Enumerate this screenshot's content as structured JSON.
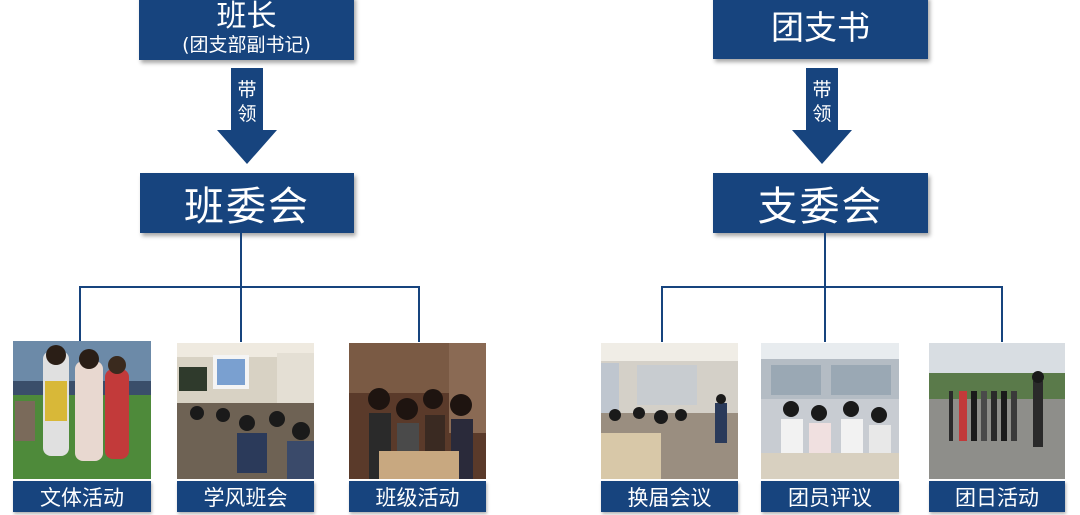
{
  "left": {
    "top_title": "班长",
    "top_sub": "(团支部副书记)",
    "arrow_text": [
      "带",
      "领"
    ],
    "mid_title": "班委会",
    "leaves": [
      {
        "label": "文体活动",
        "photo": "sports-event-photo"
      },
      {
        "label": "学风班会",
        "photo": "class-meeting-photo"
      },
      {
        "label": "班级活动",
        "photo": "class-dinner-photo"
      }
    ]
  },
  "right": {
    "top_title": "团支书",
    "arrow_text": [
      "带",
      "领"
    ],
    "mid_title": "支委会",
    "leaves": [
      {
        "label": "换届会议",
        "photo": "election-meeting-photo"
      },
      {
        "label": "团员评议",
        "photo": "member-review-photo"
      },
      {
        "label": "团日活动",
        "photo": "league-day-photo"
      }
    ]
  },
  "colors": {
    "box": "#17447e",
    "line": "#17447e"
  }
}
